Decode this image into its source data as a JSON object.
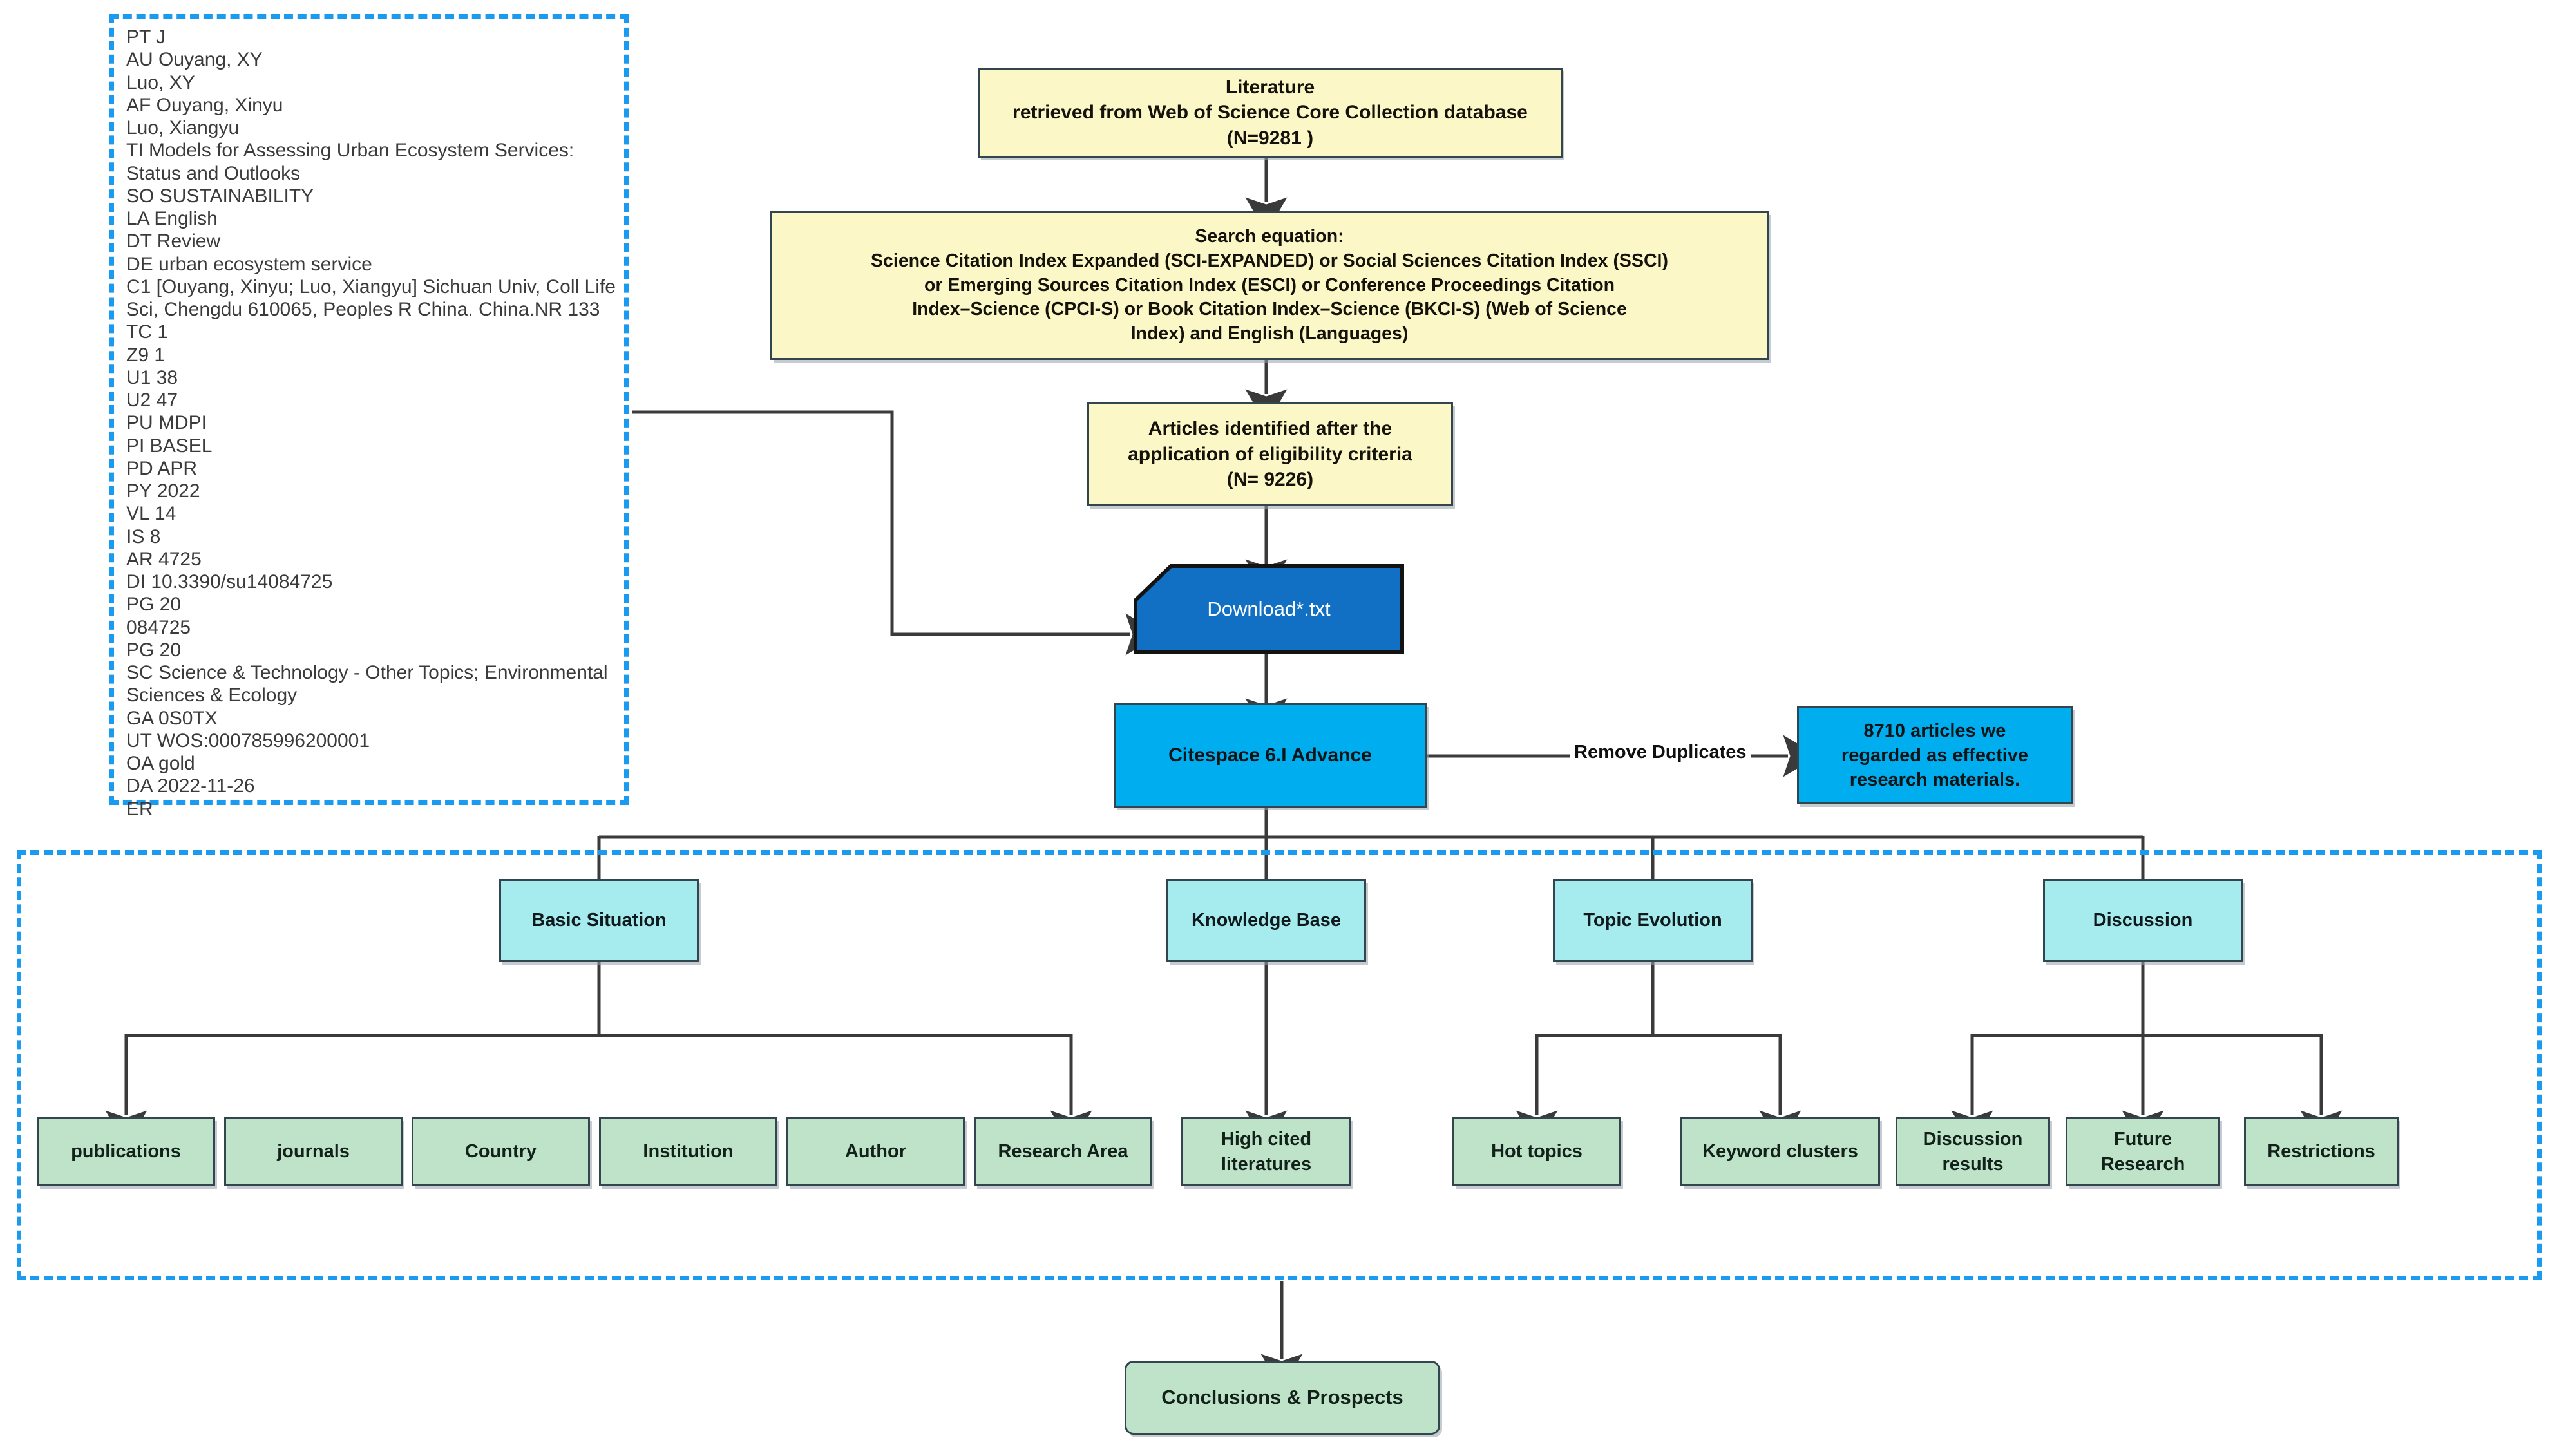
{
  "diagram": {
    "title": "Bibliometric research workflow flowchart",
    "colors": {
      "yellow_fill": "#fbf7c6",
      "cyan_fill": "#00aeef",
      "light_cyan_fill": "#a6ecef",
      "green_fill": "#bfe3c8",
      "download_blue": "#1170c4",
      "dashed_border": "#1a9bf0",
      "node_border": "#33464f",
      "connector": "#3a3a3a"
    }
  },
  "record_panel": {
    "name": "web-of-science-plain-text-record",
    "text": "PT J\nAU Ouyang, XY\n   Luo, XY\nAF Ouyang, Xinyu\n   Luo, Xiangyu\nTI Models for Assessing Urban Ecosystem Services:\nStatus and Outlooks\nSO SUSTAINABILITY\nLA English\nDT Review\nDE urban ecosystem service\nC1 [Ouyang, Xinyu; Luo, Xiangyu] Sichuan Univ, Coll Life\nSci, Chengdu 610065, Peoples R China. China.NR 133\nTC 1\nZ9 1\nU1 38\nU2 47\nPU MDPI\nPI BASEL\nPD APR\nPY 2022\nVL 14\nIS 8\nAR 4725\nDI 10.3390/su14084725\nPG 20\n084725\nPG 20\nSC Science & Technology - Other Topics; Environmental\nSciences & Ecology\nGA 0S0TX\nUT WOS:000785996200001\nOA gold\nDA 2022-11-26\nER",
    "fields": [
      {
        "tag": "PT",
        "value": "J"
      },
      {
        "tag": "AU",
        "value": "Ouyang, XY"
      },
      {
        "tag": "",
        "value": "Luo, XY"
      },
      {
        "tag": "AF",
        "value": "Ouyang, Xinyu"
      },
      {
        "tag": "",
        "value": "Luo, Xiangyu"
      },
      {
        "tag": "TI",
        "value": "Models for Assessing Urban Ecosystem Services: Status and Outlooks"
      },
      {
        "tag": "SO",
        "value": "SUSTAINABILITY"
      },
      {
        "tag": "LA",
        "value": "English"
      },
      {
        "tag": "DT",
        "value": "Review"
      },
      {
        "tag": "DE",
        "value": "urban ecosystem service"
      },
      {
        "tag": "C1",
        "value": "[Ouyang, Xinyu; Luo, Xiangyu] Sichuan Univ, Coll Life Sci, Chengdu 610065, Peoples R China. China.NR 133"
      },
      {
        "tag": "TC",
        "value": "1"
      },
      {
        "tag": "Z9",
        "value": "1"
      },
      {
        "tag": "U1",
        "value": "38"
      },
      {
        "tag": "U2",
        "value": "47"
      },
      {
        "tag": "PU",
        "value": "MDPI"
      },
      {
        "tag": "PI",
        "value": "BASEL"
      },
      {
        "tag": "PD",
        "value": "APR"
      },
      {
        "tag": "PY",
        "value": "2022"
      },
      {
        "tag": "VL",
        "value": "14"
      },
      {
        "tag": "IS",
        "value": "8"
      },
      {
        "tag": "AR",
        "value": "4725"
      },
      {
        "tag": "DI",
        "value": "10.3390/su14084725"
      },
      {
        "tag": "PG",
        "value": "20"
      },
      {
        "tag": "",
        "value": "084725"
      },
      {
        "tag": "PG",
        "value": "20"
      },
      {
        "tag": "SC",
        "value": "Science & Technology - Other Topics; Environmental Sciences & Ecology"
      },
      {
        "tag": "GA",
        "value": "0S0TX"
      },
      {
        "tag": "UT",
        "value": "WOS:000785996200001"
      },
      {
        "tag": "OA",
        "value": "gold"
      },
      {
        "tag": "DA",
        "value": "2022-11-26"
      },
      {
        "tag": "ER",
        "value": ""
      }
    ]
  },
  "flow": {
    "literature": "Literature\nretrieved from Web of Science Core Collection database\n(N=9281 )",
    "search_equation": "Search equation:\nScience Citation Index Expanded (SCI-EXPANDED) or Social Sciences Citation Index (SSCI)\nor Emerging Sources Citation Index (ESCI) or Conference Proceedings Citation\nIndex–Science (CPCI-S) or Book Citation Index–Science (BKCI-S) (Web of Science\nIndex) and English (Languages)",
    "eligibility": "Articles identified after the\napplication of eligibility criteria\n(N= 9226)",
    "download": "Download*.txt",
    "citespace": "Citespace 6.I Advance",
    "remove_duplicates_label": "Remove Duplicates",
    "effective_materials": "8710 articles we\nregarded as effective\nresearch materials.",
    "conclusions": "Conclusions & Prospects"
  },
  "themes": [
    {
      "id": "basic-situation",
      "label": "Basic Situation"
    },
    {
      "id": "knowledge-base",
      "label": "Knowledge Base"
    },
    {
      "id": "topic-evolution",
      "label": "Topic Evolution"
    },
    {
      "id": "discussion",
      "label": "Discussion"
    }
  ],
  "leaves": [
    {
      "id": "publications",
      "label": "publications",
      "parent": "basic-situation"
    },
    {
      "id": "journals",
      "label": "journals",
      "parent": "basic-situation"
    },
    {
      "id": "country",
      "label": "Country",
      "parent": "basic-situation"
    },
    {
      "id": "institution",
      "label": "Institution",
      "parent": "basic-situation"
    },
    {
      "id": "author",
      "label": "Author",
      "parent": "basic-situation"
    },
    {
      "id": "research-area",
      "label": "Research Area",
      "parent": "basic-situation"
    },
    {
      "id": "high-cited",
      "label": "High cited\nliteratures",
      "parent": "knowledge-base"
    },
    {
      "id": "hot-topics",
      "label": "Hot topics",
      "parent": "topic-evolution"
    },
    {
      "id": "keyword-clusters",
      "label": "Keyword clusters",
      "parent": "topic-evolution"
    },
    {
      "id": "discussion-results",
      "label": "Discussion\nresults",
      "parent": "discussion"
    },
    {
      "id": "future-research",
      "label": "Future\nResearch",
      "parent": "discussion"
    },
    {
      "id": "restrictions",
      "label": "Restrictions",
      "parent": "discussion"
    }
  ]
}
